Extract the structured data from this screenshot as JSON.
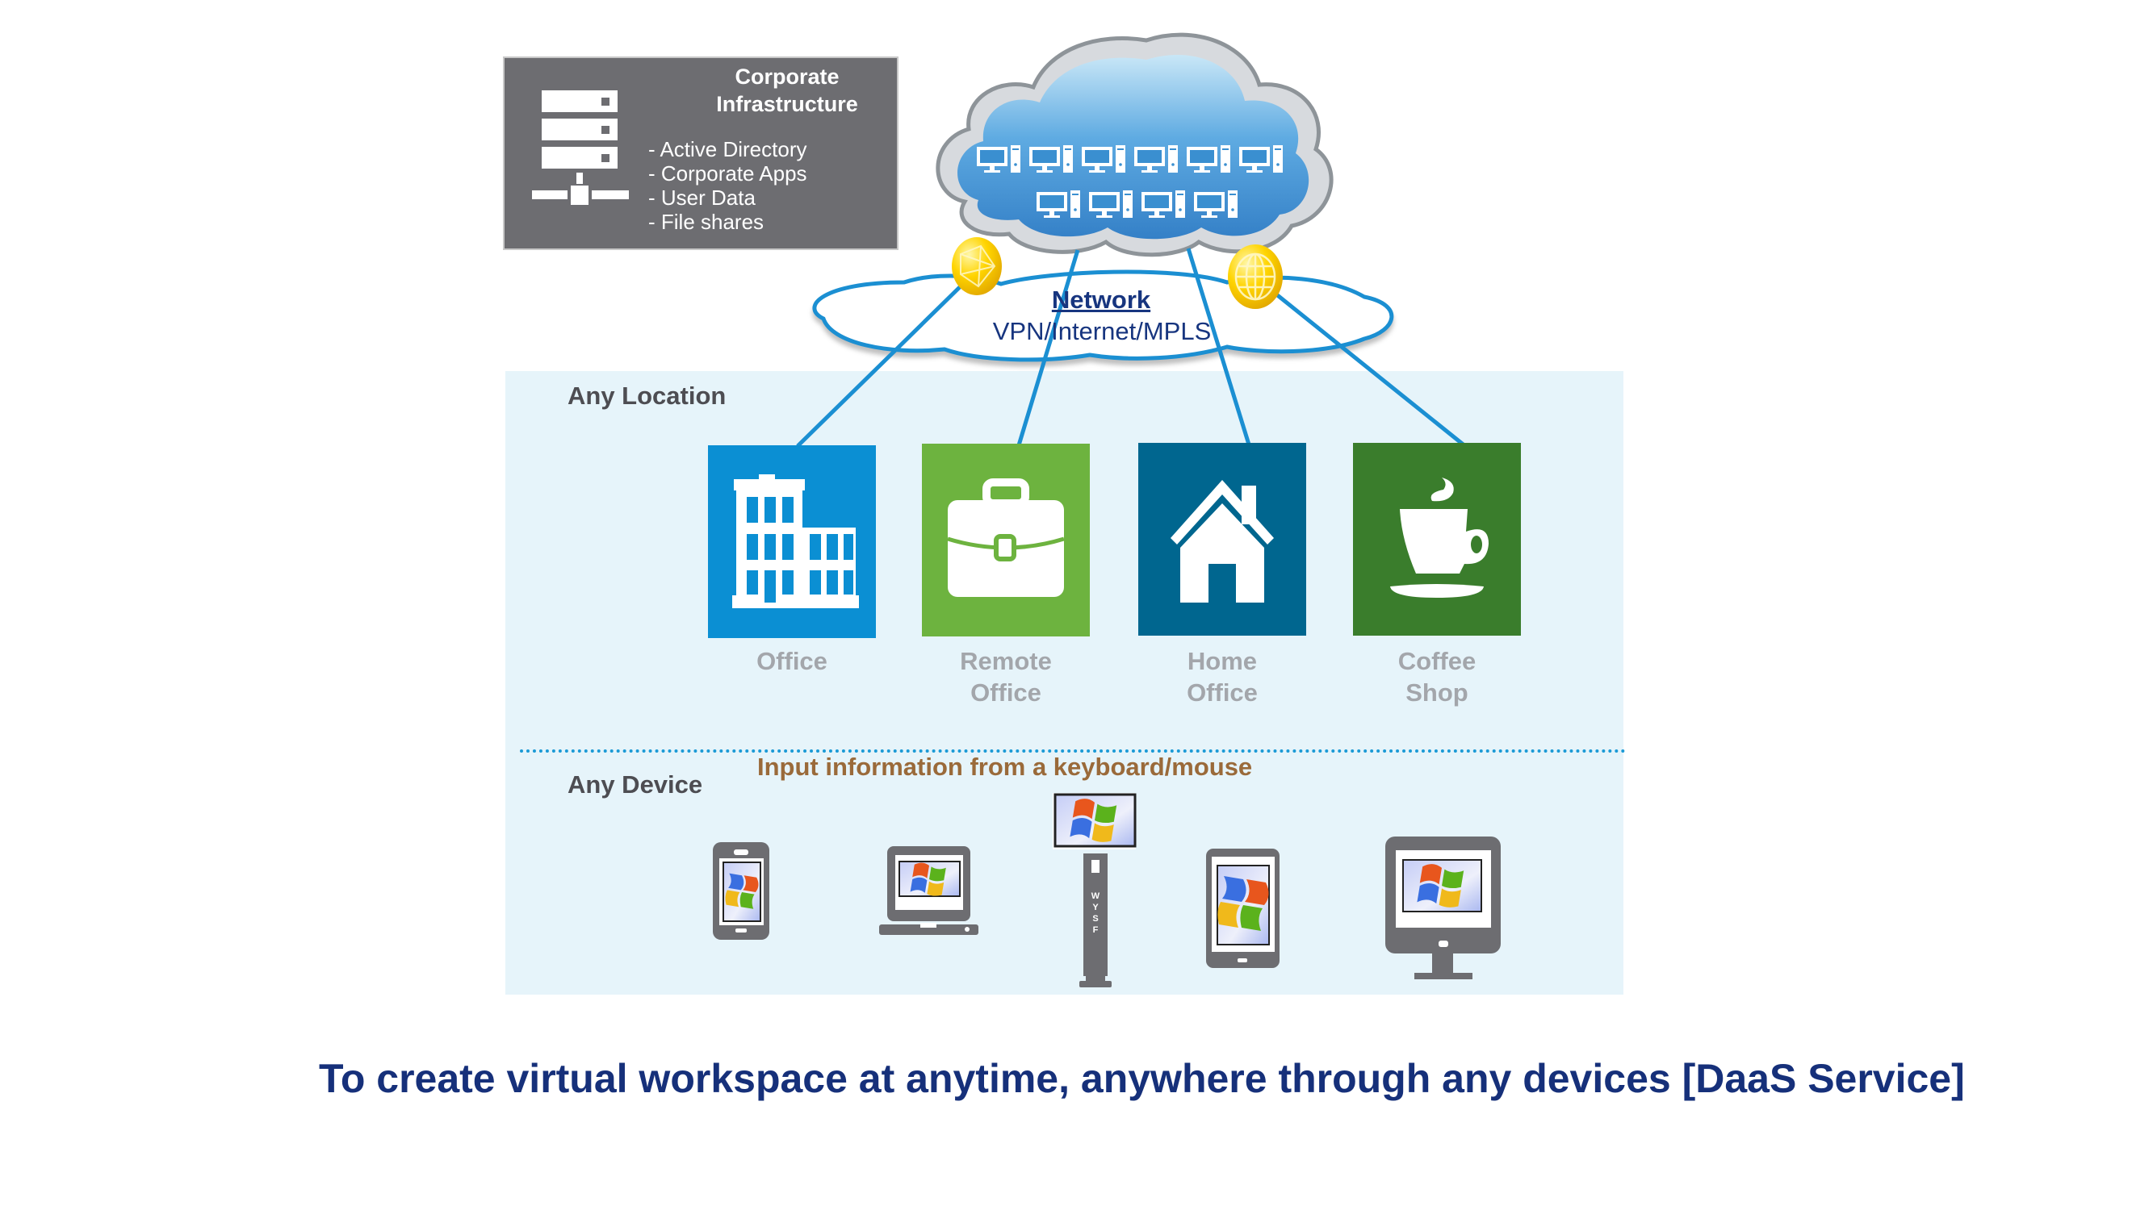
{
  "corporate": {
    "title_line1": "Corporate",
    "title_line2": "Infrastructure",
    "items": [
      "- Active Directory",
      "- Corporate Apps",
      "- User Data",
      "- File shares"
    ],
    "icon": "server-network-icon"
  },
  "cloud": {
    "icon": "cloud-icon",
    "desktop_icon": "desktop-pc-icon",
    "desktops_row1": 6,
    "desktops_row2": 4,
    "fill": "#3a8fd0",
    "outline": "#b7bcc2"
  },
  "network": {
    "title": "Network",
    "subtitle": "VPN/Internet/MPLS",
    "globe_icons": [
      "network-globe-icon",
      "world-globe-icon"
    ],
    "line_color": "#1b8fd2"
  },
  "locations": {
    "label": "Any Location",
    "items": [
      {
        "line1": "Office",
        "line2": "",
        "icon": "office-building-icon",
        "color": "#0b8fd3"
      },
      {
        "line1": "Remote",
        "line2": "Office",
        "icon": "briefcase-icon",
        "color": "#6db33f"
      },
      {
        "line1": "Home",
        "line2": "Office",
        "icon": "house-icon",
        "color": "#00668f"
      },
      {
        "line1": "Coffee",
        "line2": "Shop",
        "icon": "coffee-cup-icon",
        "color": "#3a7d2c"
      }
    ]
  },
  "devices": {
    "label": "Any Device",
    "note": "Input information from a keyboard/mouse",
    "items": [
      {
        "name": "smartphone",
        "icon": "smartphone-icon"
      },
      {
        "name": "laptop",
        "icon": "laptop-icon"
      },
      {
        "name": "thin-client",
        "icon": "thin-client-icon",
        "tower_text": "WYSF"
      },
      {
        "name": "tablet",
        "icon": "tablet-icon"
      },
      {
        "name": "desktop",
        "icon": "monitor-icon"
      }
    ],
    "os_logo": "windows-logo-icon"
  },
  "caption": "To create virtual workspace at anytime, anywhere through any devices [DaaS Service]"
}
